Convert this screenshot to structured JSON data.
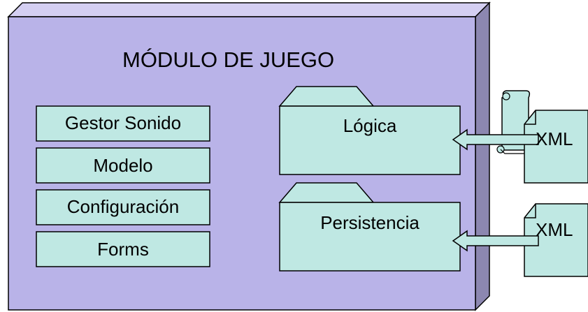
{
  "module": {
    "title": "MÓDULO DE JUEGO"
  },
  "components": [
    {
      "label": "Gestor Sonido"
    },
    {
      "label": "Modelo"
    },
    {
      "label": "Configuración"
    },
    {
      "label": "Forms"
    }
  ],
  "packages": [
    {
      "label": "Lógica"
    },
    {
      "label": "Persistencia"
    }
  ],
  "xml_files": [
    {
      "label": "XML"
    },
    {
      "label": "XML"
    }
  ],
  "colors": {
    "module_fill": "#b9b3e8",
    "module_side": "#8c87b0",
    "box_fill": "#bfe8e3",
    "stroke": "#000000"
  }
}
